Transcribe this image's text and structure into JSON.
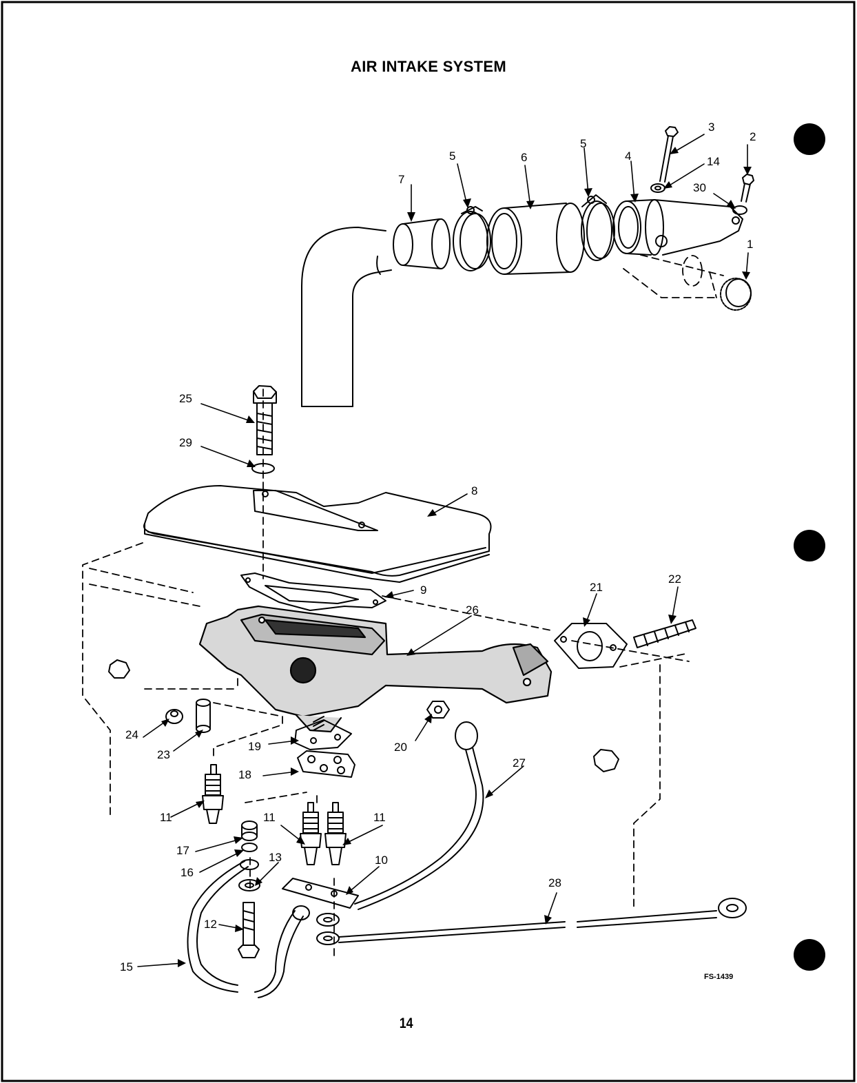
{
  "title": "AIR INTAKE SYSTEM",
  "figure_code": "FS-1439",
  "page_number": "14",
  "callouts": [
    "1",
    "2",
    "3",
    "4",
    "5",
    "5",
    "6",
    "7",
    "8",
    "9",
    "10",
    "11",
    "11",
    "11",
    "12",
    "13",
    "14",
    "15",
    "16",
    "17",
    "18",
    "19",
    "20",
    "21",
    "22",
    "23",
    "24",
    "25",
    "26",
    "27",
    "28",
    "29",
    "30"
  ]
}
